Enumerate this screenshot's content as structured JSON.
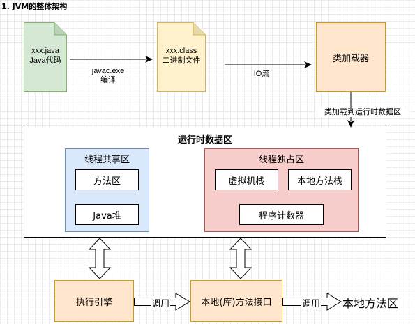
{
  "title": "1. JVM的整体架构",
  "source_file": {
    "line1": "xxx.java",
    "line2": "Java代码"
  },
  "compile_label": {
    "line1": "javac.exe",
    "line2": "编译"
  },
  "class_file": {
    "line1": "xxx.class",
    "line2": "二进制文件"
  },
  "io_label": "IO流",
  "class_loader": "类加载器",
  "load_label": "类加载到运行时数据区",
  "runtime_area": {
    "title": "运行时数据区",
    "shared": {
      "title": "线程共享区",
      "method_area": "方法区",
      "heap": "Java堆"
    },
    "private": {
      "title": "线程独占区",
      "vm_stack": "虚拟机栈",
      "native_stack": "本地方法栈",
      "pc": "程序计数器"
    }
  },
  "exec_engine": "执行引擎",
  "call_label_1": "调用",
  "native_interface": "本地(库)方法接口",
  "call_label_2": "调用",
  "native_lib": "本地方法区",
  "colors": {
    "green_fill": "#d5e8d4",
    "green_stroke": "#82b366",
    "yellow_fill": "#fff2cc",
    "yellow_stroke": "#d6b656",
    "orange_fill": "#ffe6cc",
    "orange_stroke": "#d79b00",
    "blue_fill": "#dae8fc",
    "blue_stroke": "#6c8ebf",
    "red_fill": "#f8cecc",
    "red_stroke": "#b85450"
  }
}
